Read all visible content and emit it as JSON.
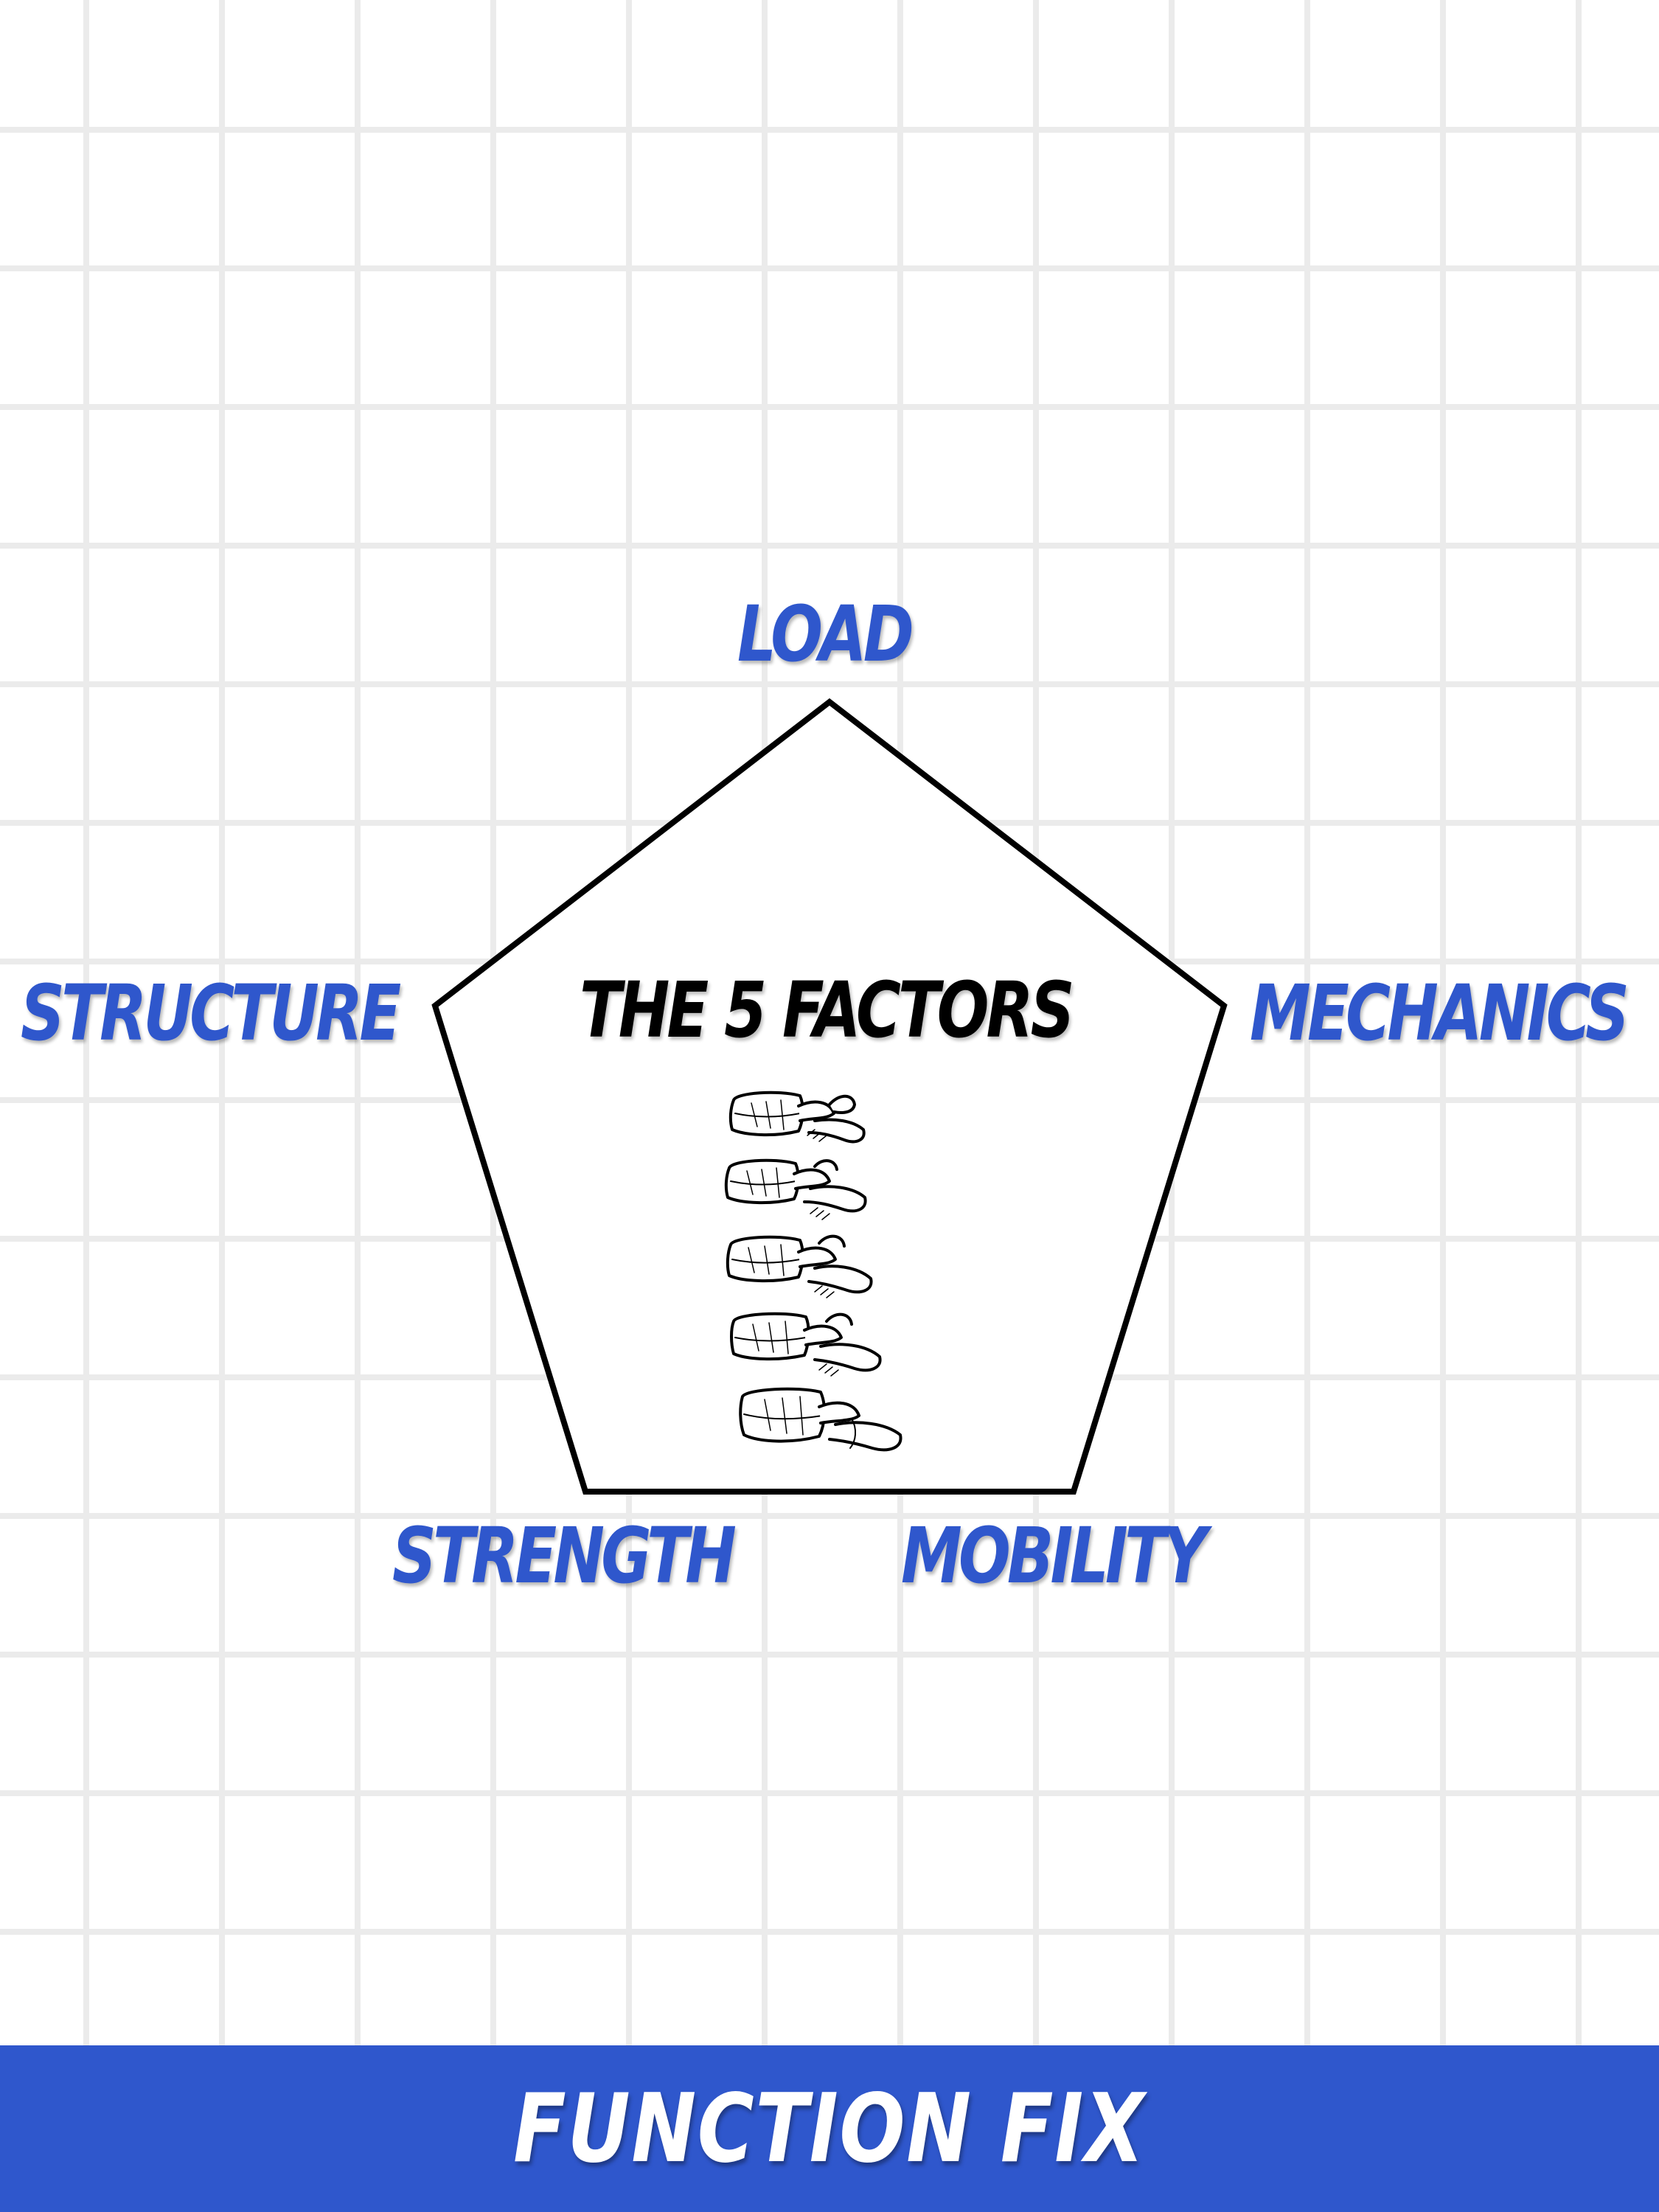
{
  "diagram": {
    "center_title": "THE 5 FACTORS",
    "factors": {
      "top": "LOAD",
      "left": "STRUCTURE",
      "right": "MECHANICS",
      "bottom_left": "STRENGTH",
      "bottom_right": "MOBILITY"
    },
    "center_icon": "lumbar-spine-illustration-icon"
  },
  "footer": {
    "brand": "FUNCTION FIX"
  },
  "colors": {
    "accent": "#2f57cc",
    "outline": "#000000",
    "grid": "#ebebeb",
    "background": "#ffffff"
  }
}
